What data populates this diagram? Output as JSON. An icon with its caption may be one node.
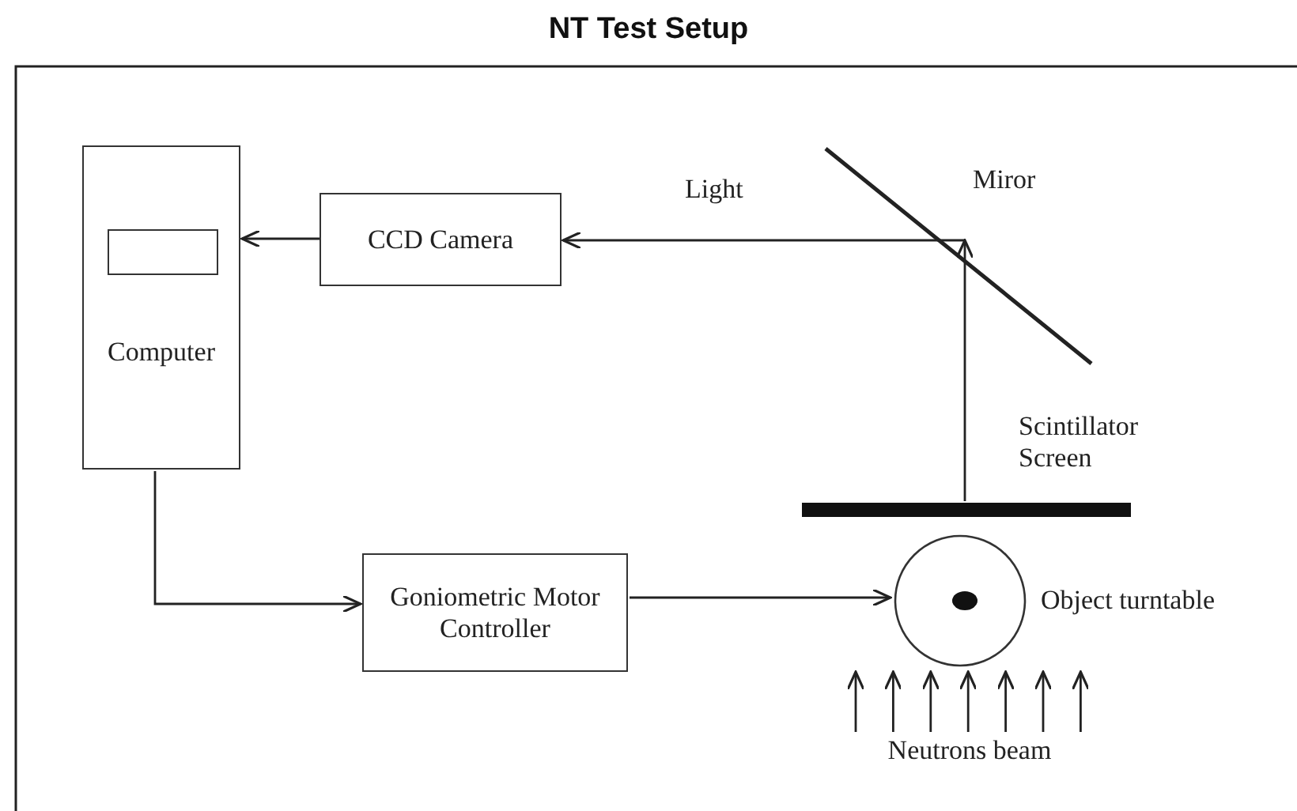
{
  "diagram": {
    "title": "NT Test Setup",
    "nodes": [
      {
        "text": [
          "Computer"
        ]
      },
      {
        "text": [
          "CCD Camera"
        ]
      },
      {
        "text": [
          "Miror"
        ]
      },
      {
        "text": [],
        "shape": "bar",
        "beside": [
          "Scintillator Screen"
        ]
      },
      {
        "text": [
          "Goniometric Motor Controller"
        ]
      },
      {
        "text": [],
        "shape": "circle",
        "beside": [
          "Object turntable"
        ]
      },
      {
        "text": [
          "Neutrons beam"
        ]
      }
    ],
    "edges": [
      {
        "from": 1,
        "to": 0,
        "arrow": "to"
      },
      {
        "from": 2,
        "to": 1,
        "arrow": "to",
        "label": "Light"
      },
      {
        "from": 3,
        "to": 2,
        "arrow": "to"
      },
      {
        "from": 0,
        "to": 4,
        "arrow": "to"
      },
      {
        "from": 4,
        "to": 5,
        "arrow": "to"
      },
      {
        "from": 6,
        "to": 5,
        "arrow": "to"
      },
      {
        "from": 6,
        "to": 5,
        "arrow": "to"
      },
      {
        "from": 6,
        "to": 5,
        "arrow": "to"
      },
      {
        "from": 6,
        "to": 5,
        "arrow": "to"
      },
      {
        "from": 6,
        "to": 5,
        "arrow": "to"
      },
      {
        "from": 6,
        "to": 5,
        "arrow": "to"
      },
      {
        "from": 6,
        "to": 5,
        "arrow": "to"
      }
    ]
  }
}
